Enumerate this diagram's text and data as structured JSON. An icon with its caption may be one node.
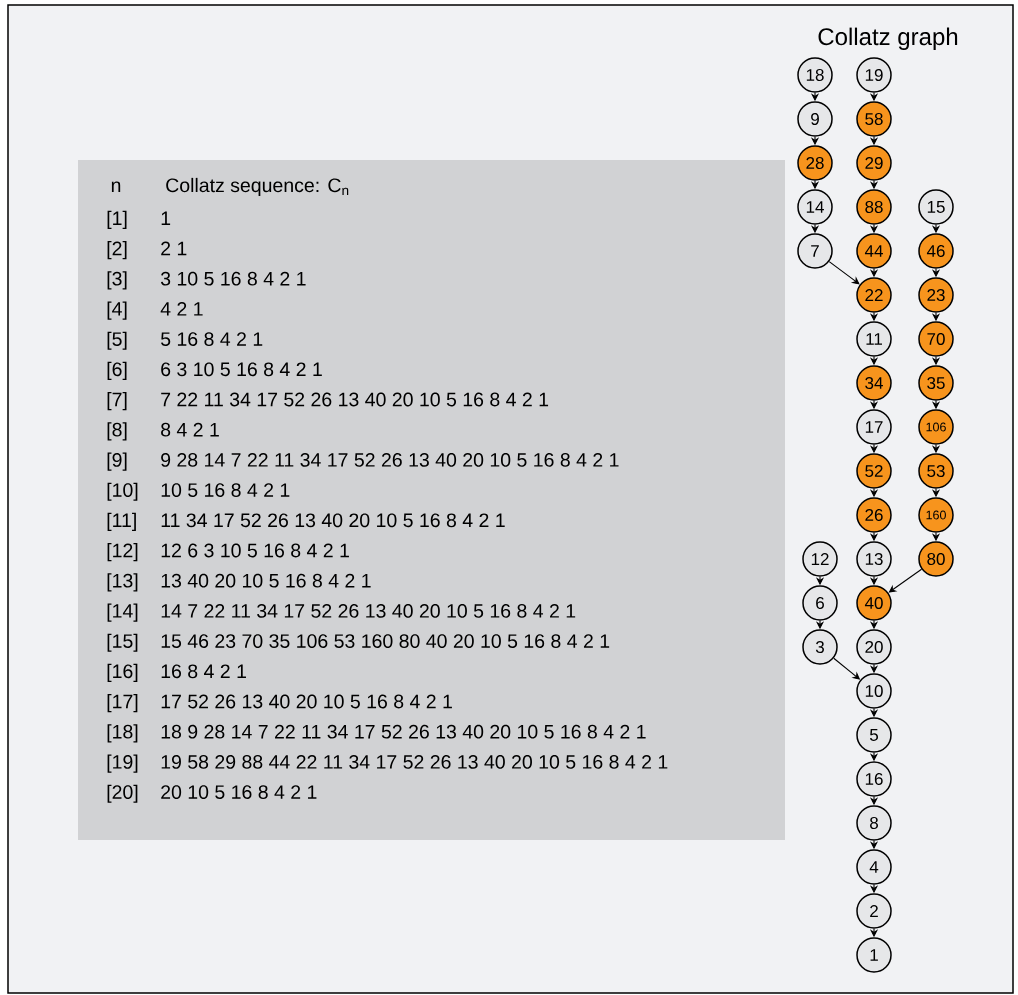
{
  "diagram": {
    "title": "Collatz graph",
    "nodes": [
      {
        "text": [
          "18"
        ]
      },
      {
        "text": [
          "9"
        ]
      },
      {
        "text": [
          "28"
        ]
      },
      {
        "text": [
          "14"
        ]
      },
      {
        "text": [
          "7"
        ]
      },
      {
        "text": [
          "19"
        ]
      },
      {
        "text": [
          "58"
        ]
      },
      {
        "text": [
          "29"
        ]
      },
      {
        "text": [
          "88"
        ]
      },
      {
        "text": [
          "44"
        ]
      },
      {
        "text": [
          "22"
        ]
      },
      {
        "text": [
          "11"
        ]
      },
      {
        "text": [
          "34"
        ]
      },
      {
        "text": [
          "17"
        ]
      },
      {
        "text": [
          "52"
        ]
      },
      {
        "text": [
          "26"
        ]
      },
      {
        "text": [
          "13"
        ]
      },
      {
        "text": [
          "40"
        ]
      },
      {
        "text": [
          "20"
        ]
      },
      {
        "text": [
          "10"
        ]
      },
      {
        "text": [
          "5"
        ]
      },
      {
        "text": [
          "16"
        ]
      },
      {
        "text": [
          "8"
        ]
      },
      {
        "text": [
          "4"
        ]
      },
      {
        "text": [
          "2"
        ]
      },
      {
        "text": [
          "1"
        ]
      },
      {
        "text": [
          "15"
        ]
      },
      {
        "text": [
          "46"
        ]
      },
      {
        "text": [
          "23"
        ]
      },
      {
        "text": [
          "70"
        ]
      },
      {
        "text": [
          "35"
        ]
      },
      {
        "text": [
          "106"
        ]
      },
      {
        "text": [
          "53"
        ]
      },
      {
        "text": [
          "160"
        ]
      },
      {
        "text": [
          "80"
        ]
      },
      {
        "text": [
          "12"
        ]
      },
      {
        "text": [
          "6"
        ]
      },
      {
        "text": [
          "3"
        ]
      }
    ],
    "edges": [
      {
        "from": 0,
        "to": 1,
        "arrow": "to"
      },
      {
        "from": 1,
        "to": 2,
        "arrow": "to"
      },
      {
        "from": 2,
        "to": 3,
        "arrow": "to"
      },
      {
        "from": 3,
        "to": 4,
        "arrow": "to"
      },
      {
        "from": 4,
        "to": 10,
        "arrow": "to"
      },
      {
        "from": 5,
        "to": 6,
        "arrow": "to"
      },
      {
        "from": 6,
        "to": 7,
        "arrow": "to"
      },
      {
        "from": 7,
        "to": 8,
        "arrow": "to"
      },
      {
        "from": 8,
        "to": 9,
        "arrow": "to"
      },
      {
        "from": 9,
        "to": 10,
        "arrow": "to"
      },
      {
        "from": 10,
        "to": 11,
        "arrow": "to"
      },
      {
        "from": 11,
        "to": 12,
        "arrow": "to"
      },
      {
        "from": 12,
        "to": 13,
        "arrow": "to"
      },
      {
        "from": 13,
        "to": 14,
        "arrow": "to"
      },
      {
        "from": 14,
        "to": 15,
        "arrow": "to"
      },
      {
        "from": 15,
        "to": 16,
        "arrow": "to"
      },
      {
        "from": 16,
        "to": 17,
        "arrow": "to"
      },
      {
        "from": 17,
        "to": 18,
        "arrow": "to"
      },
      {
        "from": 18,
        "to": 19,
        "arrow": "to"
      },
      {
        "from": 19,
        "to": 20,
        "arrow": "to"
      },
      {
        "from": 20,
        "to": 21,
        "arrow": "to"
      },
      {
        "from": 21,
        "to": 22,
        "arrow": "to"
      },
      {
        "from": 22,
        "to": 23,
        "arrow": "to"
      },
      {
        "from": 23,
        "to": 24,
        "arrow": "to"
      },
      {
        "from": 24,
        "to": 25,
        "arrow": "to"
      },
      {
        "from": 26,
        "to": 27,
        "arrow": "to"
      },
      {
        "from": 27,
        "to": 28,
        "arrow": "to"
      },
      {
        "from": 28,
        "to": 29,
        "arrow": "to"
      },
      {
        "from": 29,
        "to": 30,
        "arrow": "to"
      },
      {
        "from": 30,
        "to": 31,
        "arrow": "to"
      },
      {
        "from": 31,
        "to": 32,
        "arrow": "to"
      },
      {
        "from": 32,
        "to": 33,
        "arrow": "to"
      },
      {
        "from": 33,
        "to": 34,
        "arrow": "to"
      },
      {
        "from": 34,
        "to": 17,
        "arrow": "to"
      },
      {
        "from": 35,
        "to": 36,
        "arrow": "to"
      },
      {
        "from": 36,
        "to": 37,
        "arrow": "to"
      },
      {
        "from": 37,
        "to": 19,
        "arrow": "to"
      }
    ],
    "labels": [
      "n",
      "Collatz sequence: C$_{n}$",
      "[1]",
      "1",
      "[2]",
      "2 1",
      "[3]",
      "3 10 5 16 8 4 2 1",
      "[4]",
      "4 2 1",
      "[5]",
      "5 16 8 4 2 1",
      "[6]",
      "6 3 10 5 16 8 4 2 1",
      "[7]",
      "7 22 11 34 17 52 26 13 40 20 10 5 16 8 4 2 1",
      "[8]",
      "8 4 2 1",
      "[9]",
      "9 28 14 7 22 11 34 17 52 26 13 40 20 10 5 16 8 4 2 1",
      "[10]",
      "10 5 16 8 4 2 1",
      "[11]",
      "11 34 17 52 26 13 40 20 10 5 16 8 4 2 1",
      "[12]",
      "12 6 3 10 5 16 8 4 2 1",
      "[13]",
      "13 40 20 10 5 16 8 4 2 1",
      "[14]",
      "14 7 22 11 34 17 52 26 13 40 20 10 5 16 8 4 2 1",
      "[15]",
      "15 46 23 70 35 106 53 160 80 40 20 10 5 16 8 4 2 1",
      "[16]",
      "16 8 4 2 1",
      "[17]",
      "17 52 26 13 40 20 10 5 16 8 4 2 1",
      "[18]",
      "18 9 28 14 7 22 11 34 17 52 26 13 40 20 10 5 16 8 4 2 1",
      "[19]",
      "19 58 29 88 44 22 11 34 17 52 26 13 40 20 10 5 16 8 4 2 1",
      "[20]",
      "20 10 5 16 8 4 2 1"
    ]
  }
}
